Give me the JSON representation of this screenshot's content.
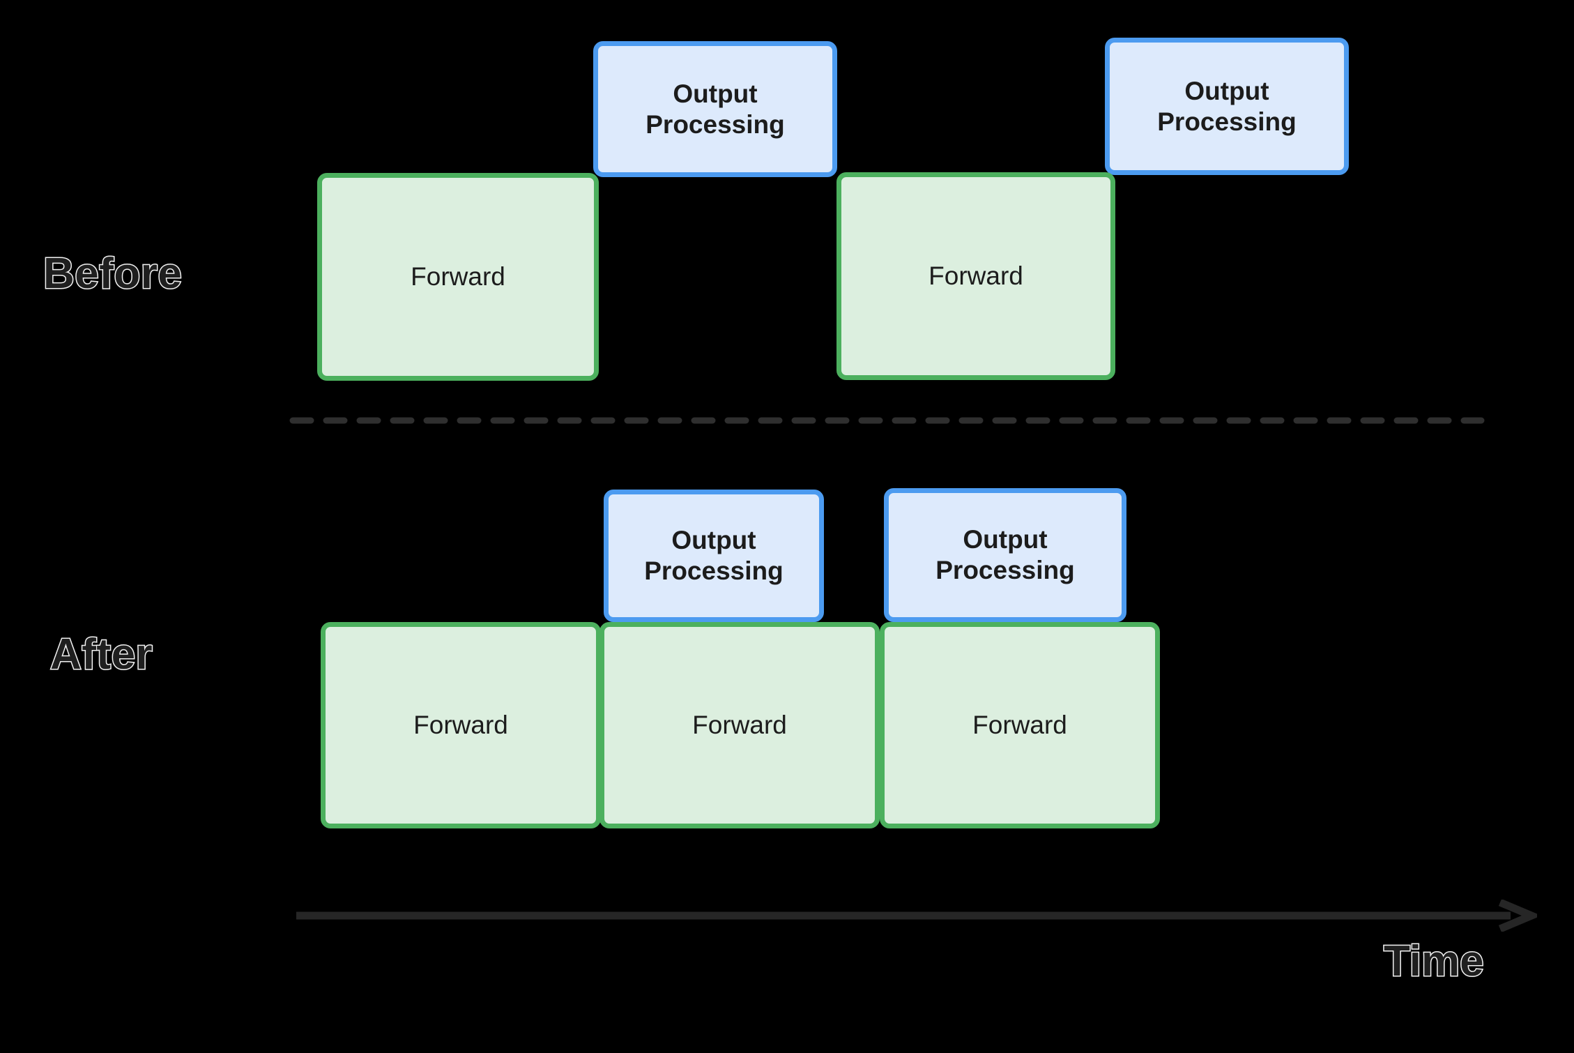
{
  "diagram": {
    "title_visible": false,
    "background_color": "#000000",
    "rows": [
      {
        "label": "Before",
        "blocks": [
          {
            "type": "forward",
            "text": "Forward"
          },
          {
            "type": "output",
            "text": "Output\nProcessing"
          },
          {
            "type": "forward",
            "text": "Forward"
          },
          {
            "type": "output",
            "text": "Output\nProcessing"
          }
        ]
      },
      {
        "label": "After",
        "blocks": [
          {
            "type": "output",
            "text": "Output\nProcessing"
          },
          {
            "type": "output",
            "text": "Output\nProcessing"
          },
          {
            "type": "forward",
            "text": "Forward"
          },
          {
            "type": "forward",
            "text": "Forward"
          },
          {
            "type": "forward",
            "text": "Forward"
          }
        ]
      }
    ],
    "axis": {
      "label": "Time",
      "direction": "left-to-right",
      "arrow_color": "#262626"
    },
    "divider": {
      "style": "dashed",
      "color": "#2f2f2f"
    },
    "colors": {
      "forward_fill": "#dcefdf",
      "forward_border": "#4cb05e",
      "output_fill": "#ddeafc",
      "output_border": "#4c9bf0",
      "text": "#1c1c1c",
      "label_fill": "#1f1f1f",
      "label_stroke": "#f2f2f2",
      "background": "#000000"
    }
  }
}
